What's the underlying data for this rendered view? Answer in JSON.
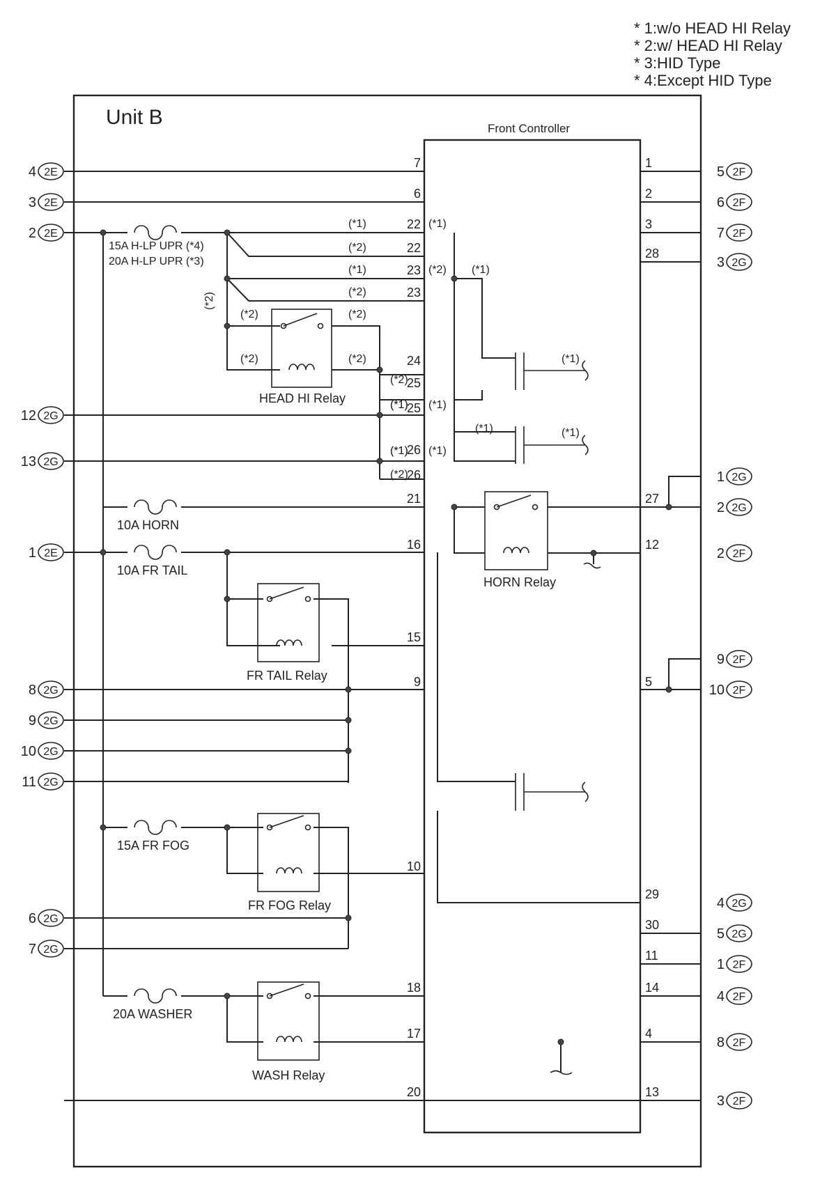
{
  "notes": [
    "* 1:w/o HEAD HI Relay",
    "* 2:w/ HEAD HI Relay",
    "* 3:HID Type",
    "* 4:Except HID Type"
  ],
  "unit_title": "Unit B",
  "controller_title": "Front Controller",
  "fuse_labels": {
    "hlp_line1": "15A H-LP UPR (*4)",
    "hlp_line2": "20A H-LP UPR (*3)",
    "horn": "10A HORN",
    "fr_tail": "10A FR TAIL",
    "fr_fog": "15A FR FOG",
    "washer": "20A WASHER"
  },
  "relay_labels": {
    "head_hi": "HEAD HI Relay",
    "horn": "HORN Relay",
    "fr_tail": "FR TAIL Relay",
    "fr_fog": "FR FOG Relay",
    "wash": "WASH Relay"
  },
  "left_connectors": [
    {
      "pin": "4",
      "conn": "2E"
    },
    {
      "pin": "3",
      "conn": "2E"
    },
    {
      "pin": "2",
      "conn": "2E"
    },
    {
      "pin": "12",
      "conn": "2G"
    },
    {
      "pin": "13",
      "conn": "2G"
    },
    {
      "pin": "1",
      "conn": "2E"
    },
    {
      "pin": "8",
      "conn": "2G"
    },
    {
      "pin": "9",
      "conn": "2G"
    },
    {
      "pin": "10",
      "conn": "2G"
    },
    {
      "pin": "11",
      "conn": "2G"
    },
    {
      "pin": "6",
      "conn": "2G"
    },
    {
      "pin": "7",
      "conn": "2G"
    }
  ],
  "right_connectors": [
    {
      "pin": "5",
      "conn": "2F"
    },
    {
      "pin": "6",
      "conn": "2F"
    },
    {
      "pin": "7",
      "conn": "2F"
    },
    {
      "pin": "3",
      "conn": "2G"
    },
    {
      "pin": "1",
      "conn": "2G"
    },
    {
      "pin": "2",
      "conn": "2G"
    },
    {
      "pin": "2",
      "conn": "2F"
    },
    {
      "pin": "9",
      "conn": "2F"
    },
    {
      "pin": "10",
      "conn": "2F"
    },
    {
      "pin": "4",
      "conn": "2G"
    },
    {
      "pin": "5",
      "conn": "2G"
    },
    {
      "pin": "1",
      "conn": "2F"
    },
    {
      "pin": "4",
      "conn": "2F"
    },
    {
      "pin": "8",
      "conn": "2F"
    },
    {
      "pin": "3",
      "conn": "2F"
    }
  ],
  "left_pins": [
    "7",
    "6",
    "22",
    "22",
    "23",
    "23",
    "24",
    "25",
    "25",
    "26",
    "26",
    "21",
    "16",
    "15",
    "9",
    "10",
    "18",
    "17",
    "20"
  ],
  "right_pins": [
    "1",
    "2",
    "3",
    "28",
    "27",
    "12",
    "5",
    "29",
    "30",
    "11",
    "14",
    "4",
    "13"
  ],
  "variant_marks": [
    "(*1)",
    "(*2)",
    "(*1)",
    "(*2)",
    "(*2)",
    "(*2)",
    "(*2)",
    "(*2)",
    "(*2)",
    "(*1)",
    "(*2)",
    "(*1)",
    "(*2)",
    "(*1)",
    "(*1)",
    "(*1)",
    "(*1)",
    "(*1)",
    "(*1)",
    "(*1)",
    "(*1)",
    "(*1)",
    "(*2)"
  ]
}
